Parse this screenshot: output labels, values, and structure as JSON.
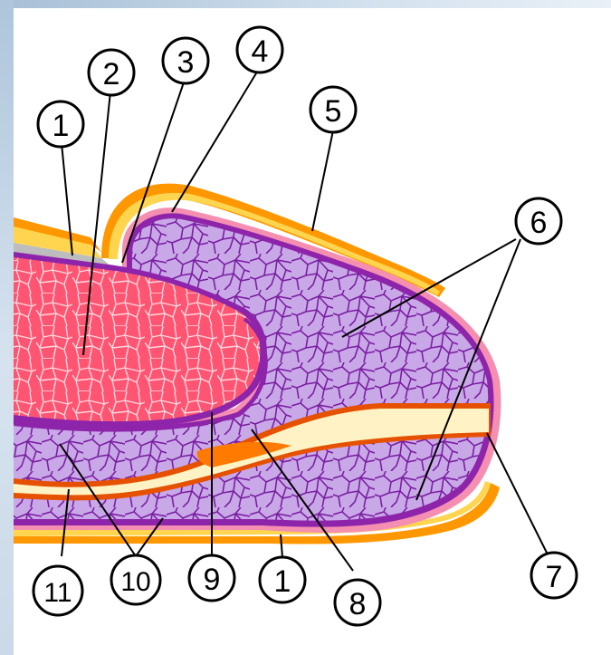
{
  "diagram": {
    "callouts": [
      {
        "id": "c1a",
        "label": "1"
      },
      {
        "id": "c2",
        "label": "2"
      },
      {
        "id": "c3",
        "label": "3"
      },
      {
        "id": "c4",
        "label": "4"
      },
      {
        "id": "c5",
        "label": "5"
      },
      {
        "id": "c6",
        "label": "6"
      },
      {
        "id": "c7",
        "label": "7"
      },
      {
        "id": "c8",
        "label": "8"
      },
      {
        "id": "c9",
        "label": "9"
      },
      {
        "id": "c1b",
        "label": "1"
      },
      {
        "id": "c10",
        "label": "10"
      },
      {
        "id": "c11",
        "label": "11"
      }
    ],
    "colors": {
      "tunica_albuginea": "#8e24aa",
      "corpus_spongiosum": "#c9a8e8",
      "corpus_cavernosum": "#ff4b6b",
      "prepuce_outer": "#ff9800",
      "prepuce_inner": "#ffd54f",
      "skin_pink": "#f48fb1",
      "urethra": "#fff2c4",
      "navicular_fossa": "#ff7a00",
      "gray_layer": "#bdbdbd"
    }
  }
}
